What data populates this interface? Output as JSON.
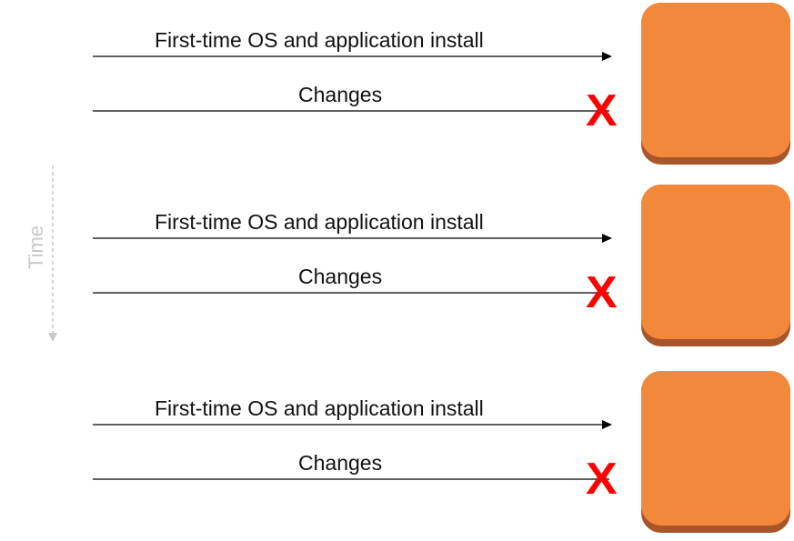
{
  "time_axis": {
    "label": "Time"
  },
  "rows": [
    {
      "install_label": "First-time OS and application install",
      "changes_label": "Changes"
    },
    {
      "install_label": "First-time OS and application install",
      "changes_label": "Changes"
    },
    {
      "install_label": "First-time OS and application install",
      "changes_label": "Changes"
    }
  ],
  "symbols": {
    "blocked": "X"
  },
  "colors": {
    "server_fill": "#f2883a",
    "server_shadow": "#a9552a",
    "cross": "#ff0000",
    "arrow": "#000000",
    "time_axis": "#c8c8c8"
  }
}
